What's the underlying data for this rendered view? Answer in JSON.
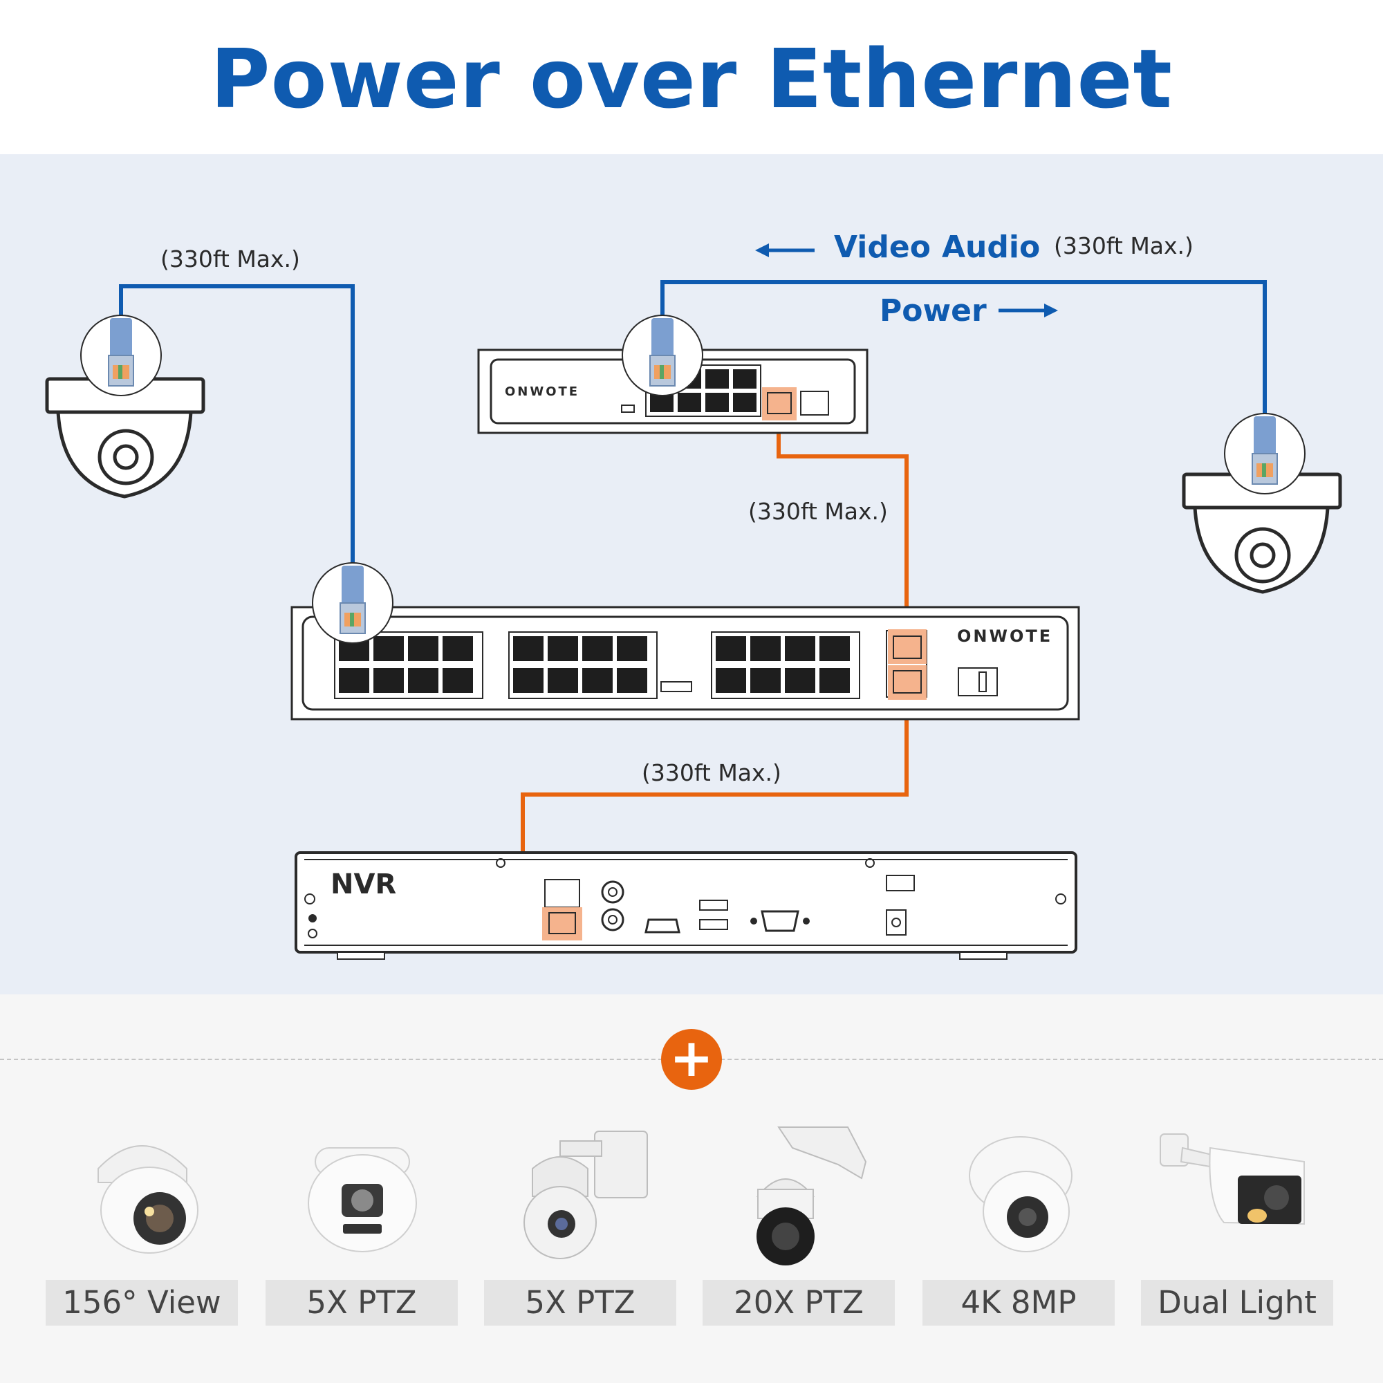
{
  "title": "Power over Ethernet",
  "colors": {
    "title": "#0f5bb0",
    "blue_cable": "#0f5bb0",
    "orange_cable": "#e8640f",
    "panel": "#e9eef6",
    "plus": "#e8640f",
    "highlight": "#f5b38d"
  },
  "labels": {
    "left_cable": "(330ft Max.)",
    "top_arrow_left_icon": "arrow-left-icon",
    "video": "Video",
    "audio": "Audio",
    "top_cable": "(330ft Max.)",
    "power": "Power",
    "top_arrow_right_icon": "arrow-right-icon",
    "middle_cable": "(330ft Max.)",
    "lower_cable": "(330ft Max.)"
  },
  "devices": {
    "small_switch_brand": "ONWOTE",
    "large_switch_brand": "ONWOTE",
    "nvr_label": "NVR"
  },
  "plus_symbol": "+",
  "products": [
    {
      "label": "156° View",
      "icon": "dome-camera-icon"
    },
    {
      "label": "5X PTZ",
      "icon": "turret-camera-icon"
    },
    {
      "label": "5X PTZ",
      "icon": "ptz-camera-icon"
    },
    {
      "label": "20X PTZ",
      "icon": "ptz-camera-icon"
    },
    {
      "label": "4K 8MP",
      "icon": "turret-camera-icon"
    },
    {
      "label": "Dual Light",
      "icon": "bullet-camera-icon"
    }
  ]
}
